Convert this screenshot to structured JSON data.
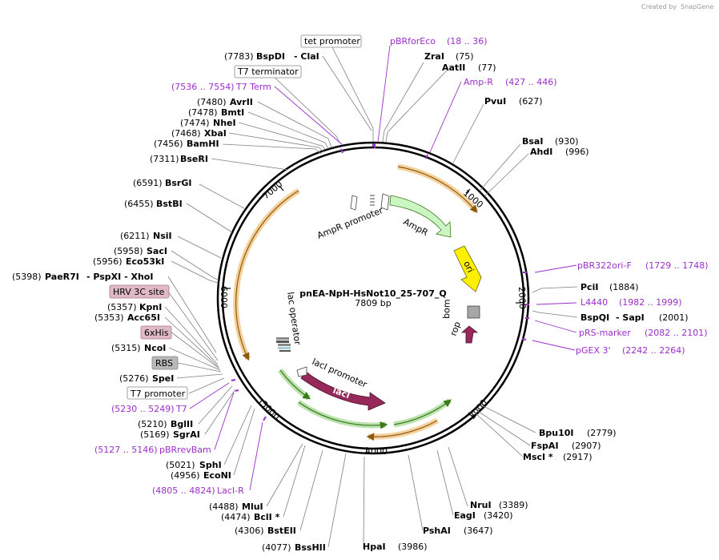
{
  "credit": {
    "created_by": "Created by",
    "app": "SnapGene"
  },
  "plasmid": {
    "name": "pnEA-NpH-HsNot10_25-707_Q",
    "size": "7809 bp"
  },
  "ticks": [
    "1000",
    "2000",
    "3000",
    "4000",
    "5000",
    "6000",
    "7000"
  ],
  "sites": [
    {
      "pos": "(7783)",
      "name": "BspDI",
      "extra": "- ClaI"
    },
    {
      "pos": "(7480)",
      "name": "AvrII"
    },
    {
      "pos": "(7478)",
      "name": "BmtI"
    },
    {
      "pos": "(7474)",
      "name": "NheI"
    },
    {
      "pos": "(7468)",
      "name": "XbaI"
    },
    {
      "pos": "(7456)",
      "name": "BamHI"
    },
    {
      "pos": "(7311)",
      "name": "BseRI"
    },
    {
      "pos": "(6591)",
      "name": "BsrGI"
    },
    {
      "pos": "(6455)",
      "name": "BstBI"
    },
    {
      "pos": "(6211)",
      "name": "NsiI"
    },
    {
      "pos": "(5958)",
      "name": "SacI"
    },
    {
      "pos": "(5956)",
      "name": "Eco53kI"
    },
    {
      "pos": "(5398)",
      "name": "PaeR7I",
      "extra": "- PspXI  - XhoI"
    },
    {
      "pos": "(5357)",
      "name": "KpnI"
    },
    {
      "pos": "(5353)",
      "name": "Acc65I"
    },
    {
      "pos": "(5315)",
      "name": "NcoI"
    },
    {
      "pos": "(5276)",
      "name": "SpeI"
    },
    {
      "pos": "(5210)",
      "name": "BglII"
    },
    {
      "pos": "(5169)",
      "name": "SgrAI"
    },
    {
      "pos": "(5021)",
      "name": "SphI"
    },
    {
      "pos": "(4956)",
      "name": "EcoNI"
    },
    {
      "pos": "(4488)",
      "name": "MluI"
    },
    {
      "pos": "(4474)",
      "name": "BclI *"
    },
    {
      "pos": "(4306)",
      "name": "BstEII"
    },
    {
      "pos": "(4077)",
      "name": "BssHII"
    },
    {
      "pos": "(3986)",
      "name": "HpaI"
    },
    {
      "pos": "(3647)",
      "name": "PshAI"
    },
    {
      "pos": "(3420)",
      "name": "EagI"
    },
    {
      "pos": "(3389)",
      "name": "NruI"
    },
    {
      "pos": "(2917)",
      "name": "MscI *"
    },
    {
      "pos": "(2907)",
      "name": "FspAI"
    },
    {
      "pos": "(2779)",
      "name": "Bpu10I"
    },
    {
      "pos": "(2001)",
      "name": "BspQI",
      "extra": "- SapI"
    },
    {
      "pos": "(1884)",
      "name": "PciI"
    },
    {
      "pos": "(996)",
      "name": "AhdI"
    },
    {
      "pos": "(930)",
      "name": "BsaI"
    },
    {
      "pos": "(627)",
      "name": "PvuI"
    },
    {
      "pos": "(77)",
      "name": "AatII"
    },
    {
      "pos": "(75)",
      "name": "ZraI"
    }
  ],
  "primers": [
    {
      "name": "pBRforEco",
      "range": "(18 .. 36)"
    },
    {
      "name": "Amp-R",
      "range": "(427 .. 446)"
    },
    {
      "name": "pBR322ori-F",
      "range": "(1729 .. 1748)"
    },
    {
      "name": "L4440",
      "range": "(1982 .. 1999)"
    },
    {
      "name": "pRS-marker",
      "range": "(2082 .. 2101)"
    },
    {
      "name": "pGEX 3'",
      "range": "(2242 .. 2264)"
    },
    {
      "name": "T7 Term",
      "range": "(7536 .. 7554)"
    },
    {
      "name": "T7",
      "range": "(5230 .. 5249)"
    },
    {
      "name": "pBRrevBam",
      "range": "(5127 .. 5146)"
    },
    {
      "name": "LacI-R",
      "range": "(4805 .. 4824)"
    }
  ],
  "boxed_features": [
    "tet promoter",
    "T7 terminator",
    "T7 promoter"
  ],
  "pink_features": [
    "HRV 3C site",
    "6xHis"
  ],
  "gray_features": [
    "RBS"
  ],
  "inner_features": {
    "ampr_promoter": "AmpR promoter",
    "ampr": "AmpR",
    "ori": "ori",
    "bom": "bom",
    "rop": "rop",
    "lac_operator": "lac operator",
    "laci_promoter": "lacI promoter",
    "laci": "lacI"
  },
  "colors": {
    "primer": "#9b2fc9",
    "ampr_fill": "#ccf5c4",
    "ori_fill": "#ffef00",
    "laci_fill": "#96285a",
    "rop_fill": "#96285a",
    "bom_fill": "#a6a6a6",
    "pink_box": "#dfb9c6",
    "gray_box": "#b8b8b8",
    "orf_orange": "#f0b35a",
    "orf_green": "#8fd07a"
  }
}
